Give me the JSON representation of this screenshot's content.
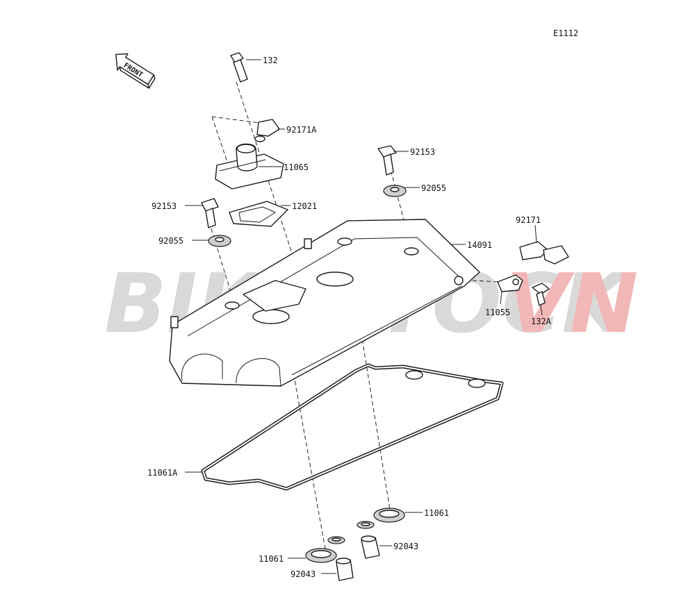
{
  "diagram_code": "E1112",
  "front_label": "FRONT",
  "watermark": {
    "main": "BIKESTOCK",
    "accent": "VN",
    "main_color": "#d9d9d9",
    "accent_color": "#f2b8b8"
  },
  "parts": [
    {
      "id": "132",
      "name": "bolt-132-label"
    },
    {
      "id": "92171A",
      "name": "clamp-92171a-label"
    },
    {
      "id": "11065",
      "name": "breather-cover-11065-label"
    },
    {
      "id": "92153",
      "name": "bolt-92153-right-label"
    },
    {
      "id": "92055",
      "name": "washer-92055-right-label"
    },
    {
      "id": "92153",
      "name": "bolt-92153-left-label"
    },
    {
      "id": "12021",
      "name": "plate-12021-label"
    },
    {
      "id": "92055",
      "name": "washer-92055-left-label"
    },
    {
      "id": "14091",
      "name": "cylinder-head-cover-14091-label"
    },
    {
      "id": "92171",
      "name": "clamp-92171-label"
    },
    {
      "id": "11055",
      "name": "bracket-11055-label"
    },
    {
      "id": "132A",
      "name": "bolt-132a-label"
    },
    {
      "id": "11061A",
      "name": "gasket-11061a-label"
    },
    {
      "id": "11061",
      "name": "gasket-11061-right-label"
    },
    {
      "id": "92043",
      "name": "pin-92043-right-label"
    },
    {
      "id": "11061",
      "name": "gasket-11061-left-label"
    },
    {
      "id": "92043",
      "name": "pin-92043-left-label"
    }
  ]
}
